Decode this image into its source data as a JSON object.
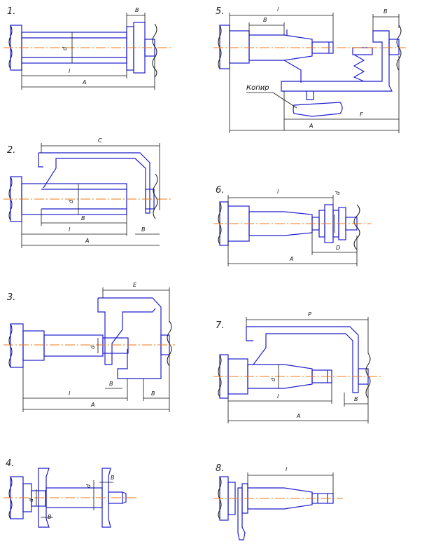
{
  "figure": {
    "panels": [
      {
        "number": "1.",
        "labels": {
          "b": "B",
          "d": "d",
          "l": "l",
          "a": "A"
        }
      },
      {
        "number": "2.",
        "labels": {
          "c": "C",
          "d": "d",
          "b": "B",
          "l": "l",
          "b2": "B",
          "a": "A"
        }
      },
      {
        "number": "3.",
        "labels": {
          "e": "E",
          "d": "d",
          "b": "B",
          "l": "l",
          "b2": "B",
          "a": "A"
        }
      },
      {
        "number": "4.",
        "labels": {
          "d": "d",
          "d2": "d",
          "b": "B",
          "b2": "B"
        }
      },
      {
        "number": "5.",
        "labels": {
          "l": "l",
          "b": "B",
          "b2": "B",
          "kopir": "Копир",
          "f": "F",
          "a": "A"
        }
      },
      {
        "number": "6.",
        "labels": {
          "l": "l",
          "d": "d",
          "dd": "D",
          "a": "A"
        }
      },
      {
        "number": "7.",
        "labels": {
          "p": "P",
          "d": "d",
          "l": "l",
          "b": "B",
          "a": "A"
        }
      },
      {
        "number": "8.",
        "labels": {
          "l": "l"
        }
      }
    ]
  },
  "colors": {
    "part": "#1f1fcc",
    "axis": "#f07a10",
    "dimension": "#111111"
  }
}
